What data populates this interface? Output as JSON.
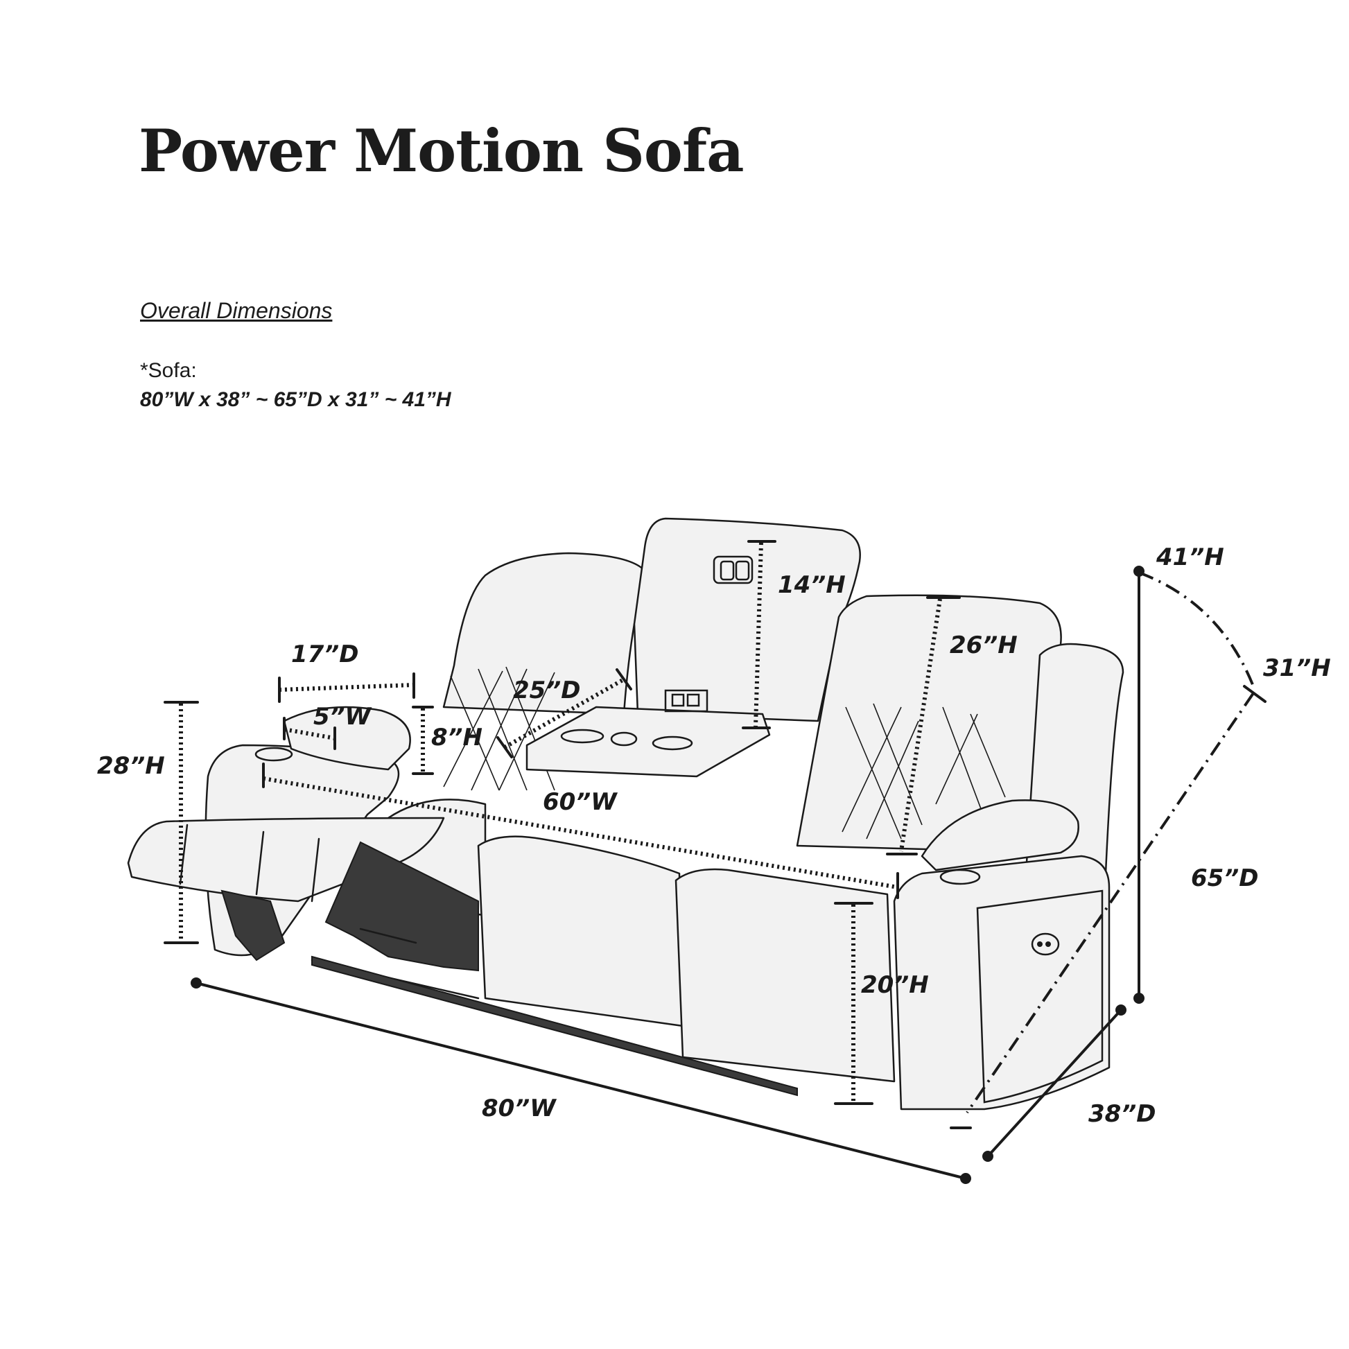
{
  "header": {
    "title": "Power Motion Sofa",
    "section": "Overall Dimensions",
    "spec_label": "*Sofa:",
    "spec_value": "80”W x 38” ~ 65”D x 31” ~ 41”H"
  },
  "dimensions": {
    "overall_width": "80”W",
    "overall_depth": "38”D",
    "extended_depth": "65”D",
    "back_height_max": "41”H",
    "back_height_min": "31”H",
    "arm_height": "28”H",
    "arm_depth": "17”D",
    "cupholder_width": "5”W",
    "arm_pad_height": "8”H",
    "console_depth": "25”D",
    "seat_width": "60”W",
    "headrest_height": "14”H",
    "back_height": "26”H",
    "seat_height": "20”H"
  }
}
